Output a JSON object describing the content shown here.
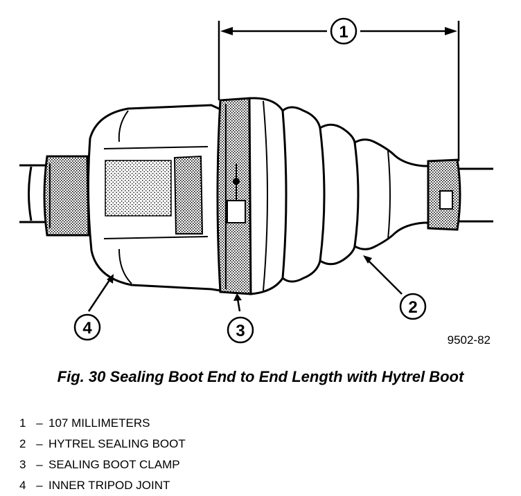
{
  "figure": {
    "id_label": "9502-82",
    "caption": "Fig. 30 Sealing Boot End to End Length with Hytrel Boot"
  },
  "callouts": [
    "1",
    "2",
    "3",
    "4"
  ],
  "legend": [
    {
      "num": "1",
      "dash": "–",
      "text": "107 MILLIMETERS"
    },
    {
      "num": "2",
      "dash": "–",
      "text": "HYTREL SEALING BOOT"
    },
    {
      "num": "3",
      "dash": "–",
      "text": "SEALING BOOT CLAMP"
    },
    {
      "num": "4",
      "dash": "–",
      "text": "INNER TRIPOD JOINT"
    }
  ]
}
